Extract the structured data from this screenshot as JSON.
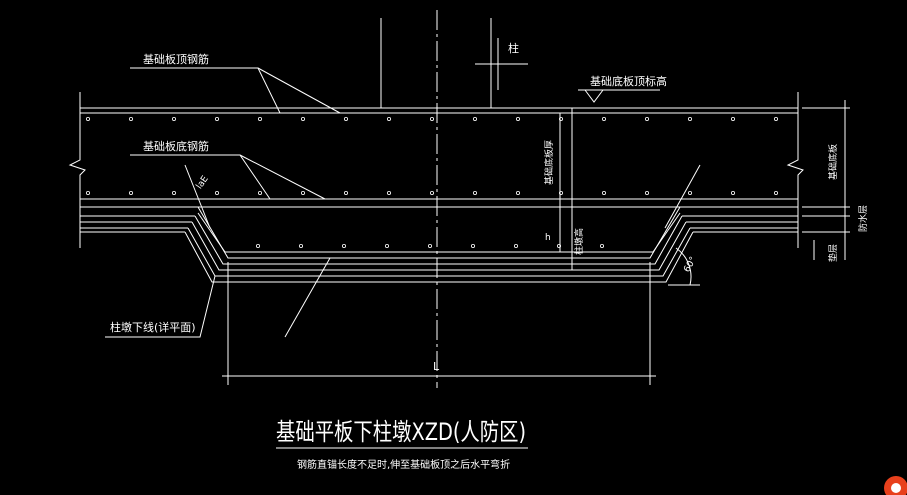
{
  "drawing": {
    "title": "基础平板下柱墩XZD(人防区)",
    "note": "钢筋直锚长度不足时,伸至基础板顶之后水平弯折",
    "labels": {
      "slab_top_rebar": "基础板顶钢筋",
      "slab_bottom_rebar": "基础板底钢筋",
      "column": "柱",
      "slab_bottom_elevation": "基础底板顶标高",
      "lae": "laE",
      "slab_thickness": "基础底板厚",
      "pier_height": "柱墩高",
      "h": "h",
      "angle": "60°",
      "pier_bottom_line": "柱墩下线(详平面)",
      "L": "L",
      "foundation_slab": "基础底板",
      "waterproof_layer": "防水层",
      "cushion_layer": "垫层"
    }
  },
  "colors": {
    "line": "#ffffff",
    "background": "#000000",
    "icon_accent": "#e8401c"
  },
  "icons": [
    "app-logo-icon"
  ]
}
